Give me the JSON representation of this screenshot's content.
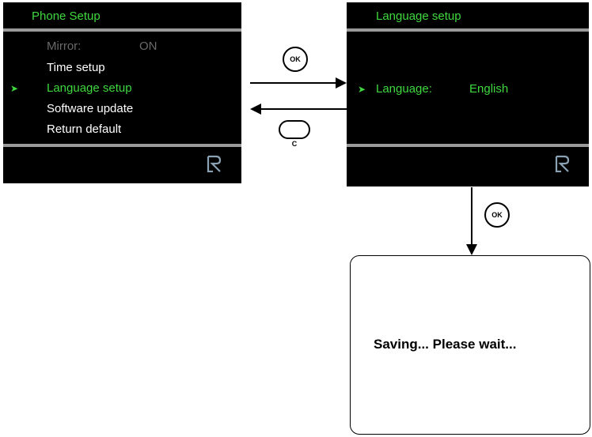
{
  "screen1": {
    "title": "Phone Setup",
    "menu": [
      {
        "label": "Mirror:",
        "value": "ON",
        "state": "disabled"
      },
      {
        "label": "Time setup",
        "state": "normal"
      },
      {
        "label": "Language setup",
        "state": "selected"
      },
      {
        "label": "Software update",
        "state": "normal"
      },
      {
        "label": "Return default",
        "state": "normal"
      }
    ],
    "cursor_icon": "arrow-cursor-icon",
    "logo_icon": "brand-logo-icon"
  },
  "screen2": {
    "title": "Language setup",
    "language_label": "Language:",
    "language_value": "English",
    "logo_icon": "brand-logo-icon"
  },
  "keys": {
    "ok_label": "OK",
    "c_label": "C"
  },
  "save_box": {
    "message": "Saving... Please wait..."
  },
  "colors": {
    "screen_background": "#000000",
    "highlight": "#3fd83f",
    "text": "#ffffff",
    "disabled": "#6a6a6a",
    "separator": "#9a9a9a"
  }
}
